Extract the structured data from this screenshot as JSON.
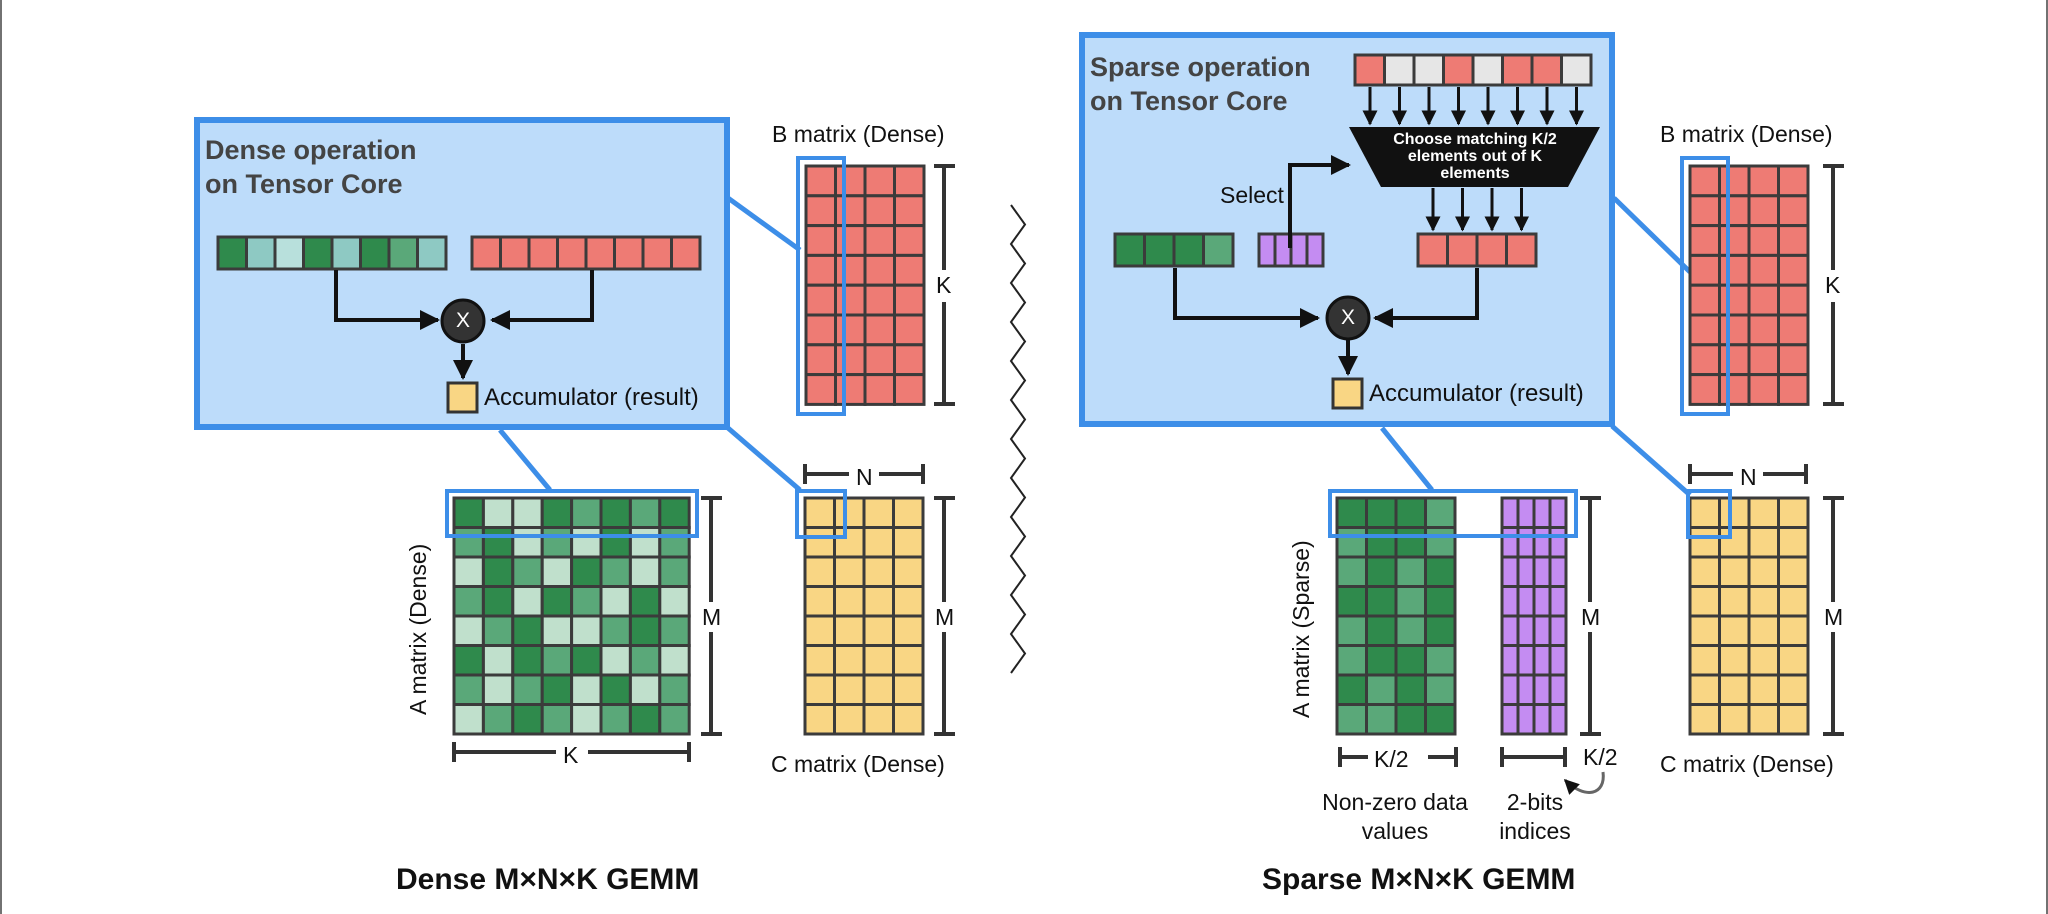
{
  "dense": {
    "panel_title_line1": "Dense operation",
    "panel_title_line2": "on Tensor Core",
    "multiply_symbol": "X",
    "accumulator_label": "Accumulator (result)",
    "b_label": "B matrix (Dense)",
    "b_dim": "K",
    "c_label": "C matrix (Dense)",
    "c_dim_n": "N",
    "c_dim_m": "M",
    "a_label": "A matrix (Dense)",
    "a_dim_m": "M",
    "a_dim_k": "K",
    "caption": "Dense M×N×K GEMM"
  },
  "sparse": {
    "panel_title_line1": "Sparse operation",
    "panel_title_line2": "on Tensor Core",
    "choose_line1": "Choose matching K/2",
    "choose_line2": "elements out of K",
    "choose_line3": "elements",
    "select_label": "Select",
    "multiply_symbol": "X",
    "accumulator_label": "Accumulator (result)",
    "b_label": "B matrix (Dense)",
    "b_dim": "K",
    "c_label": "C matrix (Dense)",
    "c_dim_n": "N",
    "c_dim_m": "M",
    "a_label": "A matrix (Sparse)",
    "a_dim_m": "M",
    "a_dim_k2": "K/2",
    "idx_dim_k2": "K/2",
    "nonzero_line1": "Non-zero data",
    "nonzero_line2": "values",
    "indices_line1": "2-bits",
    "indices_line2": "indices",
    "caption": "Sparse M×N×K GEMM"
  },
  "colors": {
    "panel_fill": "#bddcfa",
    "highlight_blue": "#3d8ee8",
    "red": "#ee7b74",
    "yellow": "#f9d684",
    "purple": "#c48cf2",
    "dark_green": "#2f8a4c",
    "mid_green": "#5aa879",
    "light_green": "#c0e0cc",
    "grid_line": "#3b3b3b"
  }
}
